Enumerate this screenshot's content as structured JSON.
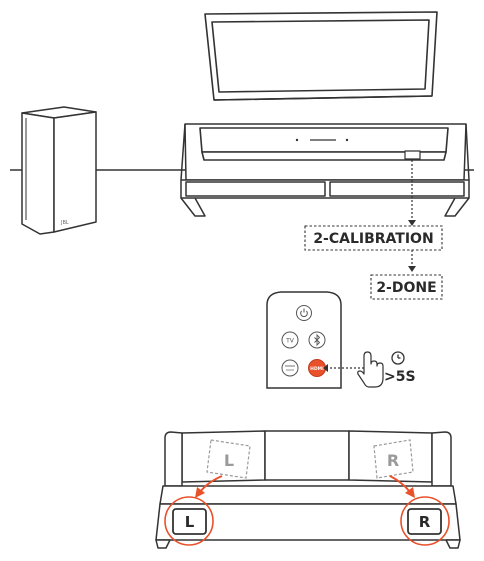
{
  "steps": {
    "calibration": "2-CALIBRATION",
    "done": "2-DONE"
  },
  "remote": {
    "tv_label": "TV",
    "hdmi_label": "HDMI",
    "hold_label": ">5S",
    "power_icon": "power-icon",
    "bluetooth_icon": "bluetooth-icon",
    "clock_icon": "clock-icon",
    "hand_icon": "hand-pointer-icon"
  },
  "speakers": {
    "left": "L",
    "right": "R"
  },
  "subwoofer": {
    "brand": "JBL"
  },
  "colors": {
    "accent": "#e8512a",
    "line": "#333333"
  }
}
